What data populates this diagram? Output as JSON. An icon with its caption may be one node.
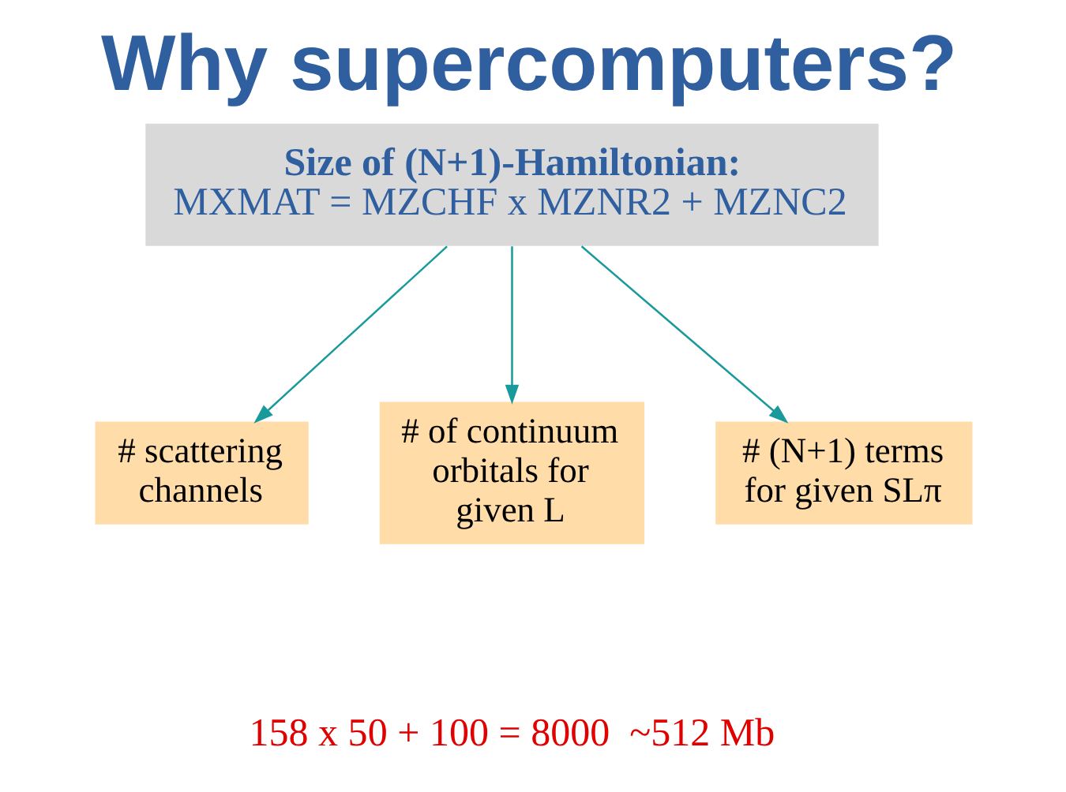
{
  "diagram": {
    "title": "Why supercomputers?",
    "nodes": [
      {
        "text": [
          "Size of (N+1)-Hamiltonian:",
          "MXMAT = MZCHF x MZNR2 + MZNC2"
        ]
      },
      {
        "text": [
          "# scattering channels"
        ]
      },
      {
        "text": [
          "# of continuum orbitals for given L"
        ]
      },
      {
        "text": [
          "# (N+1) terms for given SLπ"
        ]
      }
    ],
    "edges": [
      {
        "from": 0,
        "to": 1,
        "arrow": "to"
      },
      {
        "from": 0,
        "to": 2,
        "arrow": "to"
      },
      {
        "from": 0,
        "to": 3,
        "arrow": "to"
      }
    ],
    "labels": [
      "158 x 50 + 100 = 8000  ~512 Mb"
    ]
  }
}
